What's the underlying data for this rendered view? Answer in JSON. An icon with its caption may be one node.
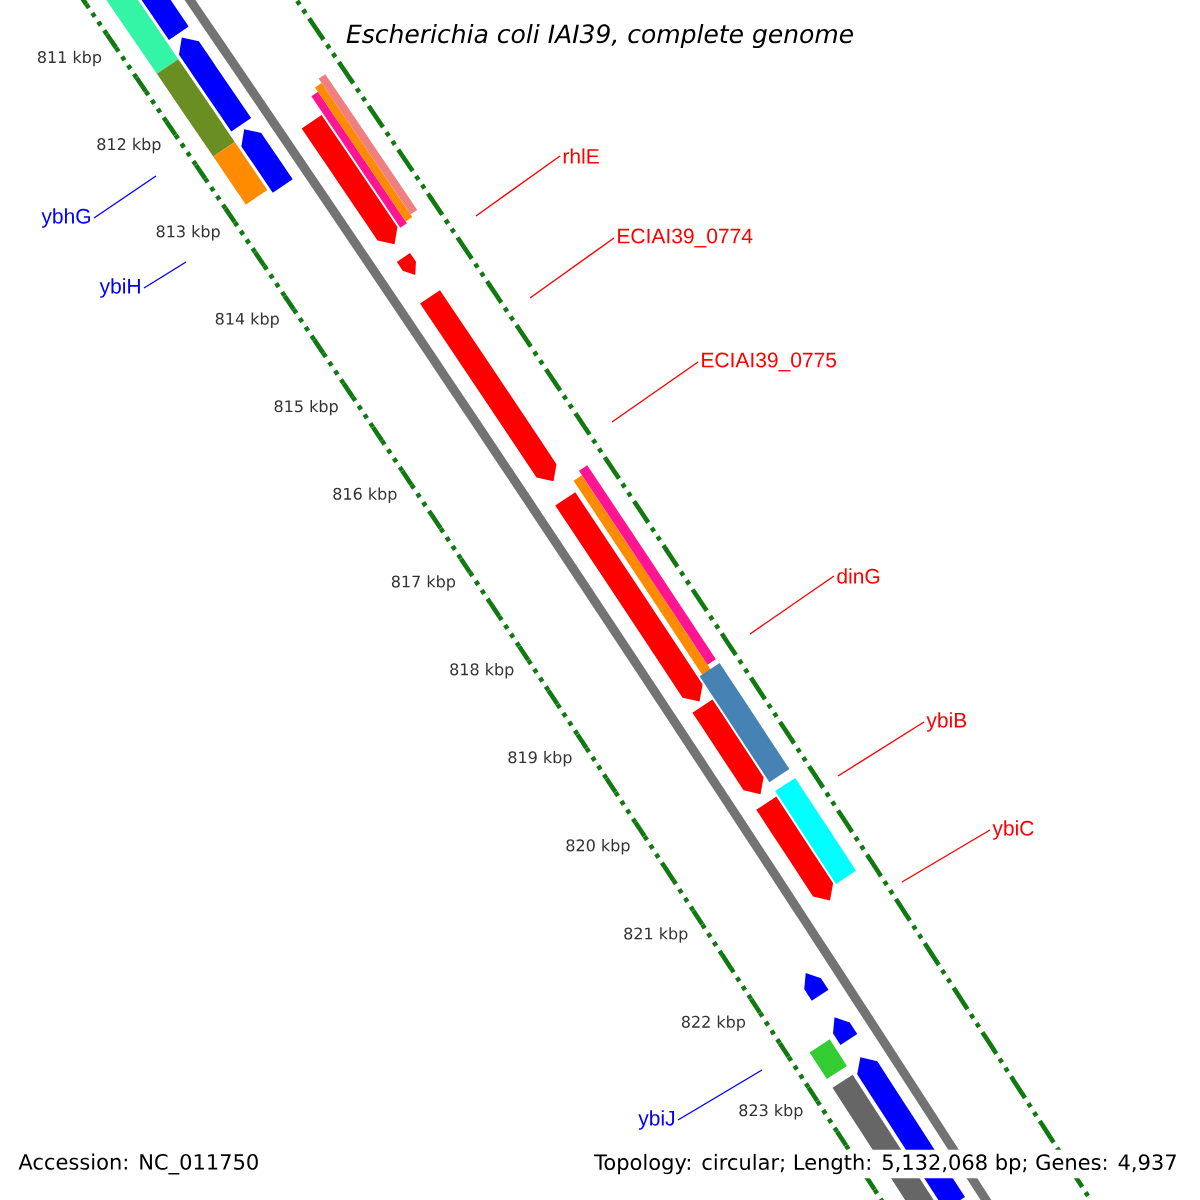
{
  "diagram": {
    "title": "Escherichia coli IAI39, complete genome",
    "nodes": [
      {
        "text": [
          "rhlE"
        ]
      },
      {
        "text": [
          "ybhG"
        ]
      },
      {
        "text": [
          "ECIAI39_0774"
        ]
      },
      {
        "text": [
          "ybiH"
        ]
      },
      {
        "text": [
          "ECIAI39_0775"
        ]
      },
      {
        "text": [
          "dinG"
        ]
      },
      {
        "text": [
          "ybiB"
        ]
      },
      {
        "text": [
          "ybiC"
        ]
      },
      {
        "text": [
          "ybiJ"
        ]
      }
    ],
    "edges": [
      {
        "from": 0,
        "to": null,
        "arrow": "none",
        "color": "#ff0000"
      },
      {
        "from": 1,
        "to": null,
        "arrow": "none",
        "color": "#0000ff"
      },
      {
        "from": 2,
        "to": null,
        "arrow": "none",
        "color": "#ff0000"
      },
      {
        "from": 3,
        "to": null,
        "arrow": "none",
        "color": "#0000ff"
      },
      {
        "from": 4,
        "to": null,
        "arrow": "none",
        "color": "#ff0000"
      },
      {
        "from": 5,
        "to": null,
        "arrow": "none",
        "color": "#ff0000"
      },
      {
        "from": 6,
        "to": null,
        "arrow": "none",
        "color": "#ff0000"
      },
      {
        "from": 7,
        "to": null,
        "arrow": "none",
        "color": "#ff0000"
      },
      {
        "from": 8,
        "to": null,
        "arrow": "none",
        "color": "#0000ff"
      }
    ],
    "labels": [
      "811 kbp",
      "812 kbp",
      "813 kbp",
      "814 kbp",
      "815 kbp",
      "816 kbp",
      "817 kbp",
      "818 kbp",
      "819 kbp",
      "820 kbp",
      "821 kbp",
      "822 kbp",
      "823 kbp",
      "Accession: NC_011750",
      "Topology: circular; Length: 5,132,068 bp; Genes: 4,937"
    ]
  }
}
